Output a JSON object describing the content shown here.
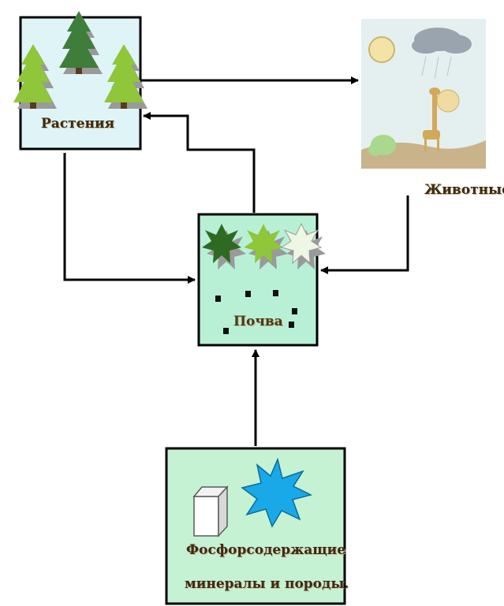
{
  "nodes": {
    "plants": {
      "label": "Растения",
      "fill": "#dff4f6"
    },
    "animals": {
      "label": "Животные"
    },
    "soil": {
      "label": "Почва",
      "fill": "#b8f0d6"
    },
    "minerals": {
      "label_line1": "Фосфорсодержащие",
      "label_line2": "минералы и породы.",
      "fill": "#c4f2d2"
    }
  },
  "colors": {
    "border": "#000000",
    "arrow": "#000000",
    "tree_dark": "#3f7d3a",
    "tree_light": "#8fc63a",
    "crystal": "#19a9e8",
    "label_text": "#3b2a14"
  }
}
